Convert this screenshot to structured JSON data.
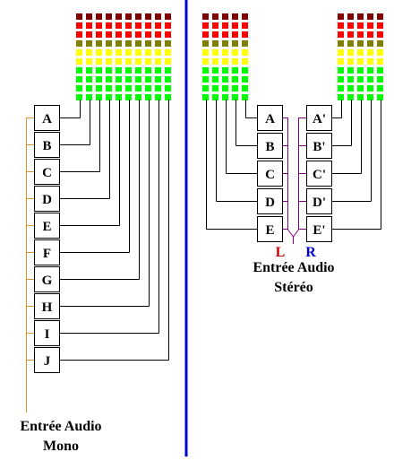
{
  "mono": {
    "channels": [
      "A",
      "B",
      "C",
      "D",
      "E",
      "F",
      "G",
      "H",
      "I",
      "J"
    ],
    "caption_line1": "Entrée Audio",
    "caption_line2": "Mono",
    "vu_columns": 10
  },
  "stereo": {
    "left_channels": [
      "A",
      "B",
      "C",
      "D",
      "E"
    ],
    "right_channels": [
      "A'",
      "B'",
      "C'",
      "D'",
      "E'"
    ],
    "left_label": "L",
    "right_label": "R",
    "caption_line1": "Entrée Audio",
    "caption_line2": "Stéréo",
    "vu_columns_per_side": 5
  },
  "vu_segment_colors": [
    "#800000",
    "#ff0000",
    "#ff0000",
    "#808000",
    "#ffff00",
    "#ffff00",
    "#00ff00",
    "#00ff00",
    "#00ff00",
    "#00ff00"
  ],
  "colors": {
    "divider": "#0000cc",
    "mono_bus": "#d9952e",
    "stereo_bus": "#800080",
    "left_label": "#cc0000",
    "right_label": "#0000cc"
  }
}
